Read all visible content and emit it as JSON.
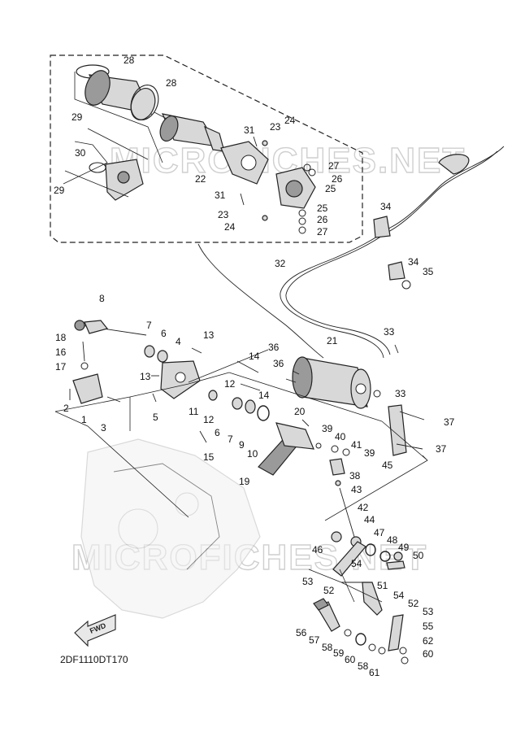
{
  "diagram": {
    "code": "2DF1110DT170",
    "fwd_label": "FWD",
    "watermark": "MICROFICHES.NET",
    "callouts": [
      {
        "id": "c28a",
        "text": "28"
      },
      {
        "id": "c28b",
        "text": "28"
      },
      {
        "id": "c29a",
        "text": "29"
      },
      {
        "id": "c29b",
        "text": "29"
      },
      {
        "id": "c30",
        "text": "30"
      },
      {
        "id": "c31a",
        "text": "31"
      },
      {
        "id": "c31b",
        "text": "31"
      },
      {
        "id": "c22",
        "text": "22"
      },
      {
        "id": "c23a",
        "text": "23"
      },
      {
        "id": "c23b",
        "text": "23"
      },
      {
        "id": "c24a",
        "text": "24"
      },
      {
        "id": "c24b",
        "text": "24"
      },
      {
        "id": "c25a",
        "text": "25"
      },
      {
        "id": "c25b",
        "text": "25"
      },
      {
        "id": "c26a",
        "text": "26"
      },
      {
        "id": "c26b",
        "text": "26"
      },
      {
        "id": "c27a",
        "text": "27"
      },
      {
        "id": "c27b",
        "text": "27"
      },
      {
        "id": "c34a",
        "text": "34"
      },
      {
        "id": "c34b",
        "text": "34"
      },
      {
        "id": "c35",
        "text": "35"
      },
      {
        "id": "c32",
        "text": "32"
      },
      {
        "id": "c8",
        "text": "8"
      },
      {
        "id": "c18",
        "text": "18"
      },
      {
        "id": "c16",
        "text": "16"
      },
      {
        "id": "c17",
        "text": "17"
      },
      {
        "id": "c7a",
        "text": "7"
      },
      {
        "id": "c6a",
        "text": "6"
      },
      {
        "id": "c4",
        "text": "4"
      },
      {
        "id": "c13a",
        "text": "13"
      },
      {
        "id": "c13b",
        "text": "13"
      },
      {
        "id": "c14a",
        "text": "14"
      },
      {
        "id": "c14b",
        "text": "14"
      },
      {
        "id": "c12a",
        "text": "12"
      },
      {
        "id": "c12b",
        "text": "12"
      },
      {
        "id": "c11",
        "text": "11"
      },
      {
        "id": "c2",
        "text": "2"
      },
      {
        "id": "c1",
        "text": "1"
      },
      {
        "id": "c3",
        "text": "3"
      },
      {
        "id": "c5",
        "text": "5"
      },
      {
        "id": "c6b",
        "text": "6"
      },
      {
        "id": "c7b",
        "text": "7"
      },
      {
        "id": "c9",
        "text": "9"
      },
      {
        "id": "c10",
        "text": "10"
      },
      {
        "id": "c15",
        "text": "15"
      },
      {
        "id": "c36a",
        "text": "36"
      },
      {
        "id": "c36b",
        "text": "36"
      },
      {
        "id": "c21",
        "text": "21"
      },
      {
        "id": "c33a",
        "text": "33"
      },
      {
        "id": "c33b",
        "text": "33"
      },
      {
        "id": "c37a",
        "text": "37"
      },
      {
        "id": "c37b",
        "text": "37"
      },
      {
        "id": "c20",
        "text": "20"
      },
      {
        "id": "c39a",
        "text": "39"
      },
      {
        "id": "c39b",
        "text": "39"
      },
      {
        "id": "c40",
        "text": "40"
      },
      {
        "id": "c41",
        "text": "41"
      },
      {
        "id": "c38",
        "text": "38"
      },
      {
        "id": "c43",
        "text": "43"
      },
      {
        "id": "c19",
        "text": "19"
      },
      {
        "id": "c45",
        "text": "45"
      },
      {
        "id": "c42",
        "text": "42"
      },
      {
        "id": "c44",
        "text": "44"
      },
      {
        "id": "c47",
        "text": "47"
      },
      {
        "id": "c48",
        "text": "48"
      },
      {
        "id": "c49",
        "text": "49"
      },
      {
        "id": "c50",
        "text": "50"
      },
      {
        "id": "c46",
        "text": "46"
      },
      {
        "id": "c54a",
        "text": "54"
      },
      {
        "id": "c54b",
        "text": "54"
      },
      {
        "id": "c53a",
        "text": "53"
      },
      {
        "id": "c53b",
        "text": "53"
      },
      {
        "id": "c52a",
        "text": "52"
      },
      {
        "id": "c52b",
        "text": "52"
      },
      {
        "id": "c51",
        "text": "51"
      },
      {
        "id": "c55",
        "text": "55"
      },
      {
        "id": "c56",
        "text": "56"
      },
      {
        "id": "c57",
        "text": "57"
      },
      {
        "id": "c58a",
        "text": "58"
      },
      {
        "id": "c58b",
        "text": "58"
      },
      {
        "id": "c59",
        "text": "59"
      },
      {
        "id": "c60a",
        "text": "60"
      },
      {
        "id": "c60b",
        "text": "60"
      },
      {
        "id": "c61",
        "text": "61"
      },
      {
        "id": "c62",
        "text": "62"
      }
    ]
  }
}
